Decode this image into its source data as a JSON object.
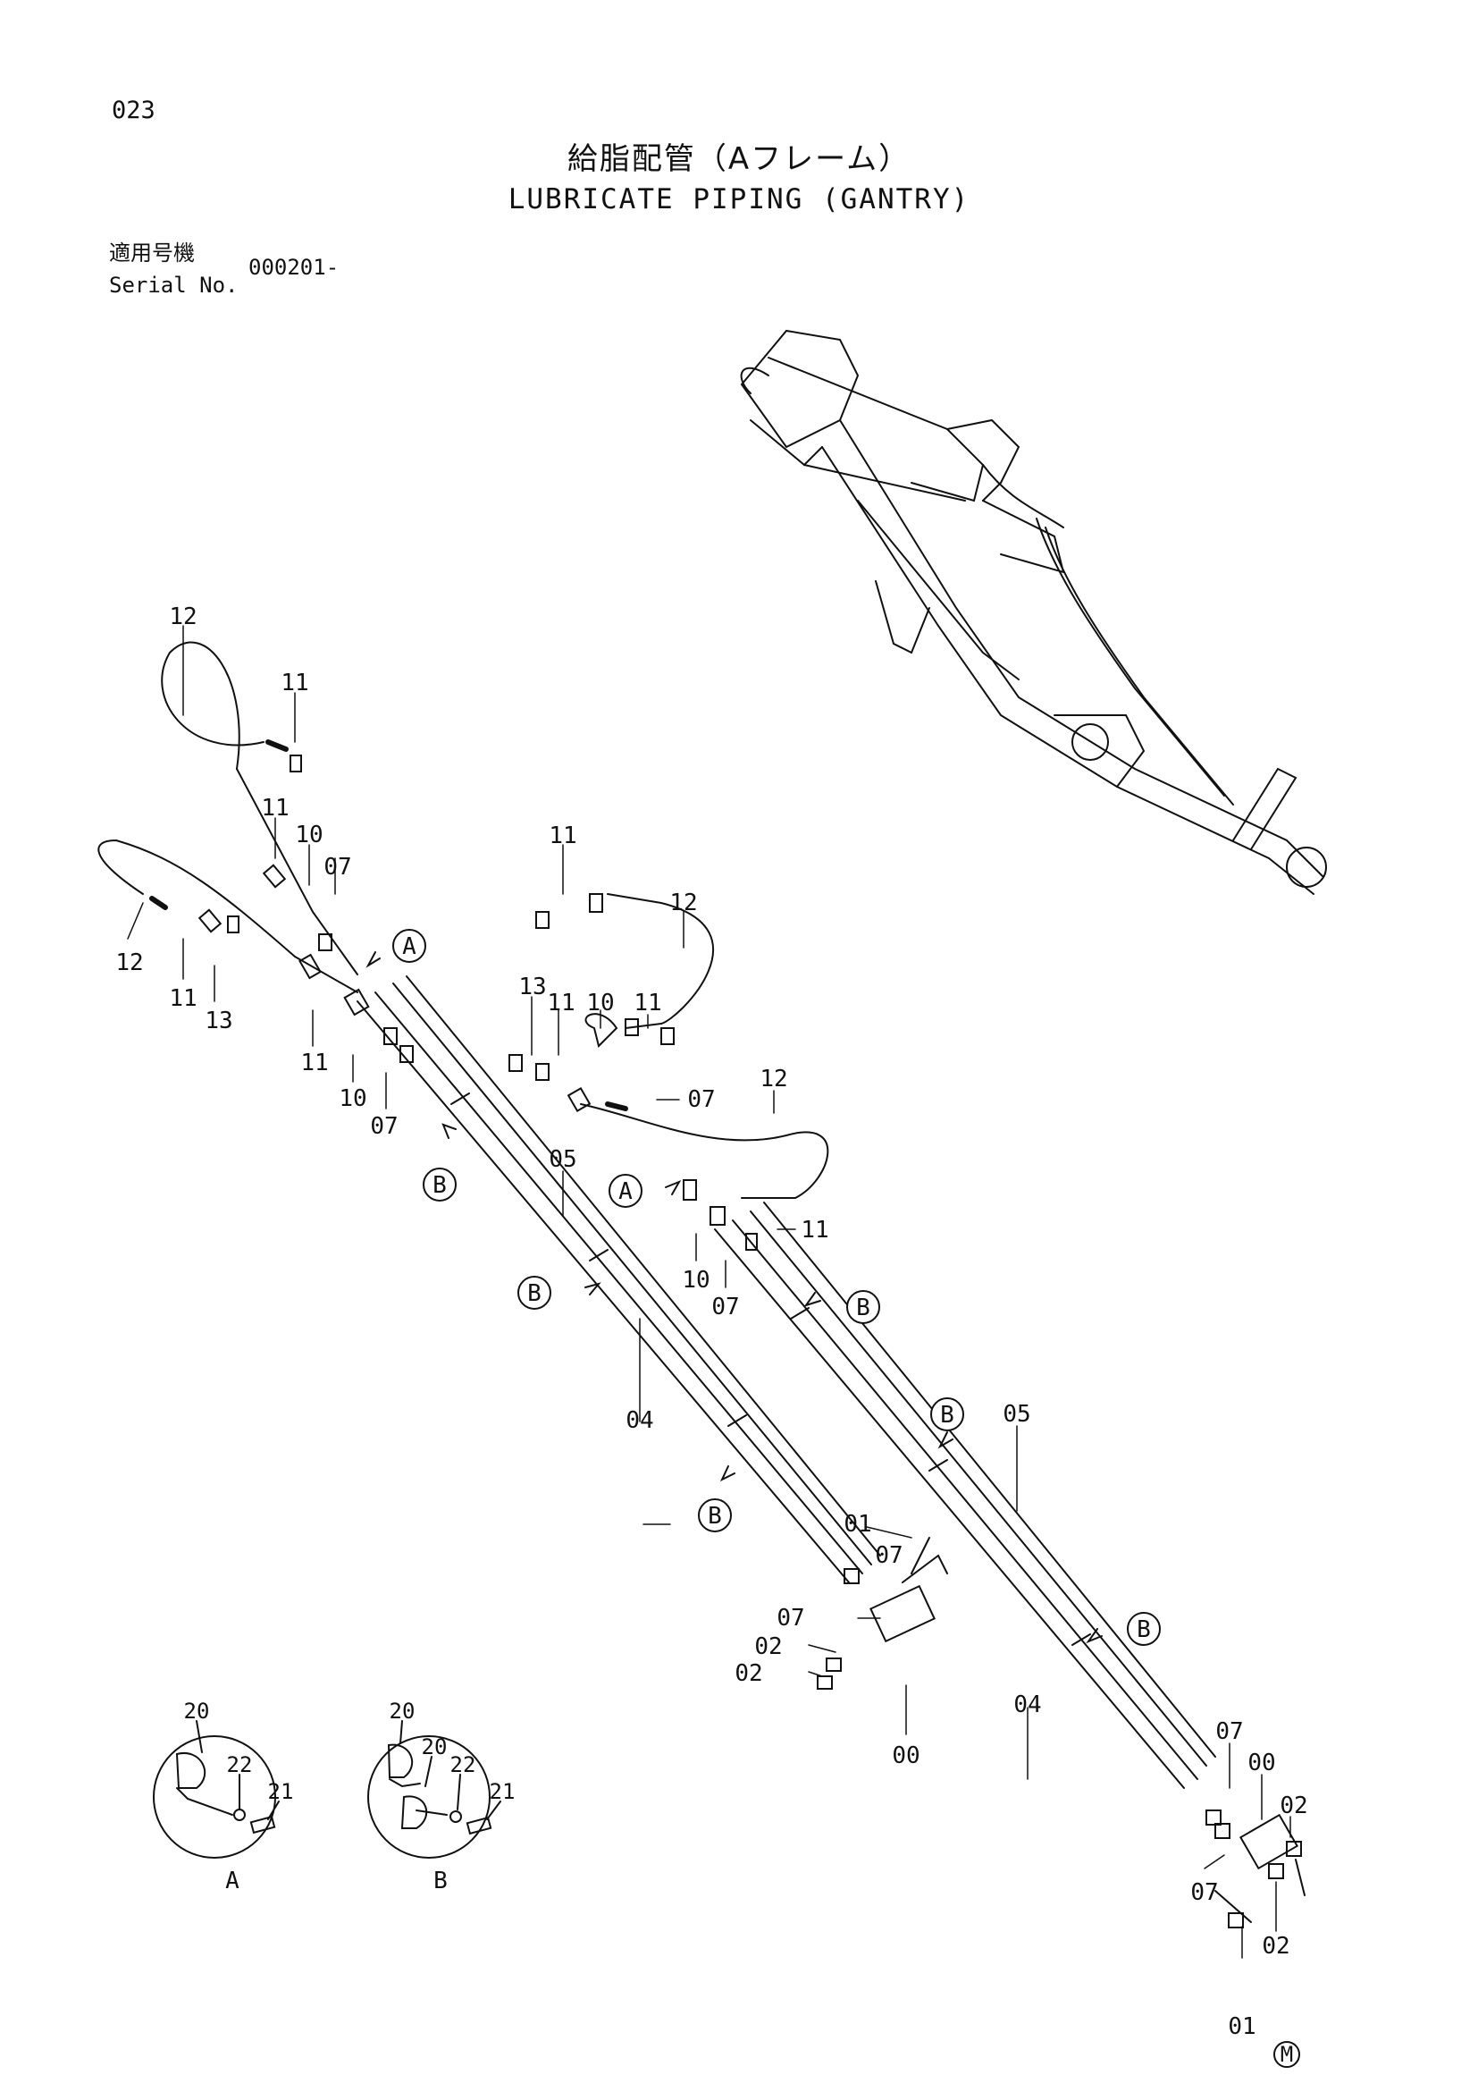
{
  "header": {
    "page_number": "023",
    "title_jp": "給脂配管（Aフレーム）",
    "title_en": "LUBRICATE PIPING (GANTRY)",
    "serial_label_jp": "適用号機",
    "serial_label_en": "Serial No.",
    "serial_value": "000201-"
  },
  "callouts": {
    "c12a": "12",
    "c11a": "11",
    "c11b": "11",
    "c10a": "10",
    "c07a": "07",
    "c12b": "12",
    "c11c": "11",
    "c13a": "13",
    "c11d": "11",
    "c10b": "10",
    "c07b": "07",
    "c11e": "11",
    "c12c": "12",
    "c13b": "13",
    "c11f": "11",
    "c10c": "10",
    "c11g": "11",
    "c07c": "07",
    "c12d": "12",
    "c11h": "11",
    "c10d": "10",
    "c07d": "07",
    "c05a": "05",
    "c04a": "04",
    "c05b": "05",
    "c04b": "04",
    "c01a": "01",
    "c07e": "07",
    "c07f": "07",
    "c02a": "02",
    "c02b": "02",
    "c00a": "00",
    "c07g": "07",
    "c00b": "00",
    "c02c": "02",
    "c07h": "07",
    "c02d": "02",
    "c01b": "01",
    "d20a": "20",
    "d22a": "22",
    "d21a": "21",
    "d20b": "20",
    "d20c": "20",
    "d22b": "22",
    "d21b": "21"
  },
  "detail_markers": {
    "A": "A",
    "B": "B",
    "M": "M"
  }
}
